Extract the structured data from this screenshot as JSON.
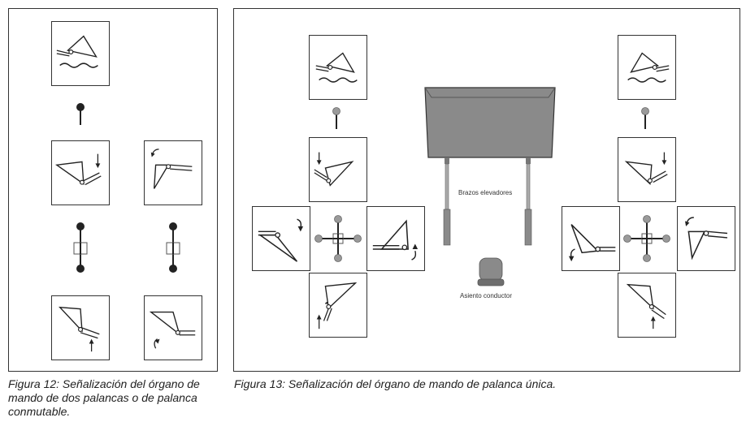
{
  "figure12": {
    "caption": "Figura 12: Señalización del órgano de mando de dos palancas o de palanca conmutable."
  },
  "figure13": {
    "caption": "Figura 13: Señalización del órgano de mando de palanca única.",
    "labels": {
      "arms": "Brazos elevadores",
      "seat": "Asiento conductor"
    }
  },
  "colors": {
    "border": "#333333",
    "lever_knob": "#222222",
    "lever_knob_light": "#9a9a9a",
    "bucket": "#8a8a8a"
  },
  "icons": [
    "float-icon",
    "bucket-lower-icon",
    "bucket-tilt-icon",
    "bucket-raise-icon",
    "loader-diagram"
  ]
}
